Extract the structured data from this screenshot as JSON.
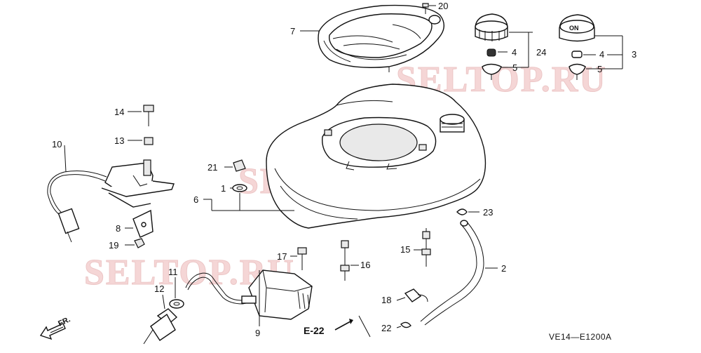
{
  "diagram": {
    "watermark": "SELTOP.RU",
    "diagram_code": "VE14—E1200A",
    "reference": "E-22",
    "front_label": "FR.",
    "callouts": {
      "p1": "1",
      "p2": "2",
      "p3": "3",
      "p4a": "4",
      "p4b": "4",
      "p5a": "5",
      "p5b": "5",
      "p6": "6",
      "p7": "7",
      "p8": "8",
      "p9": "9",
      "p10": "10",
      "p11": "11",
      "p12": "12",
      "p13": "13",
      "p14": "14",
      "p15": "15",
      "p16": "16",
      "p17": "17",
      "p18": "18",
      "p19": "19",
      "p20": "20",
      "p21": "21",
      "p22": "22",
      "p23": "23",
      "p24": "24"
    }
  }
}
